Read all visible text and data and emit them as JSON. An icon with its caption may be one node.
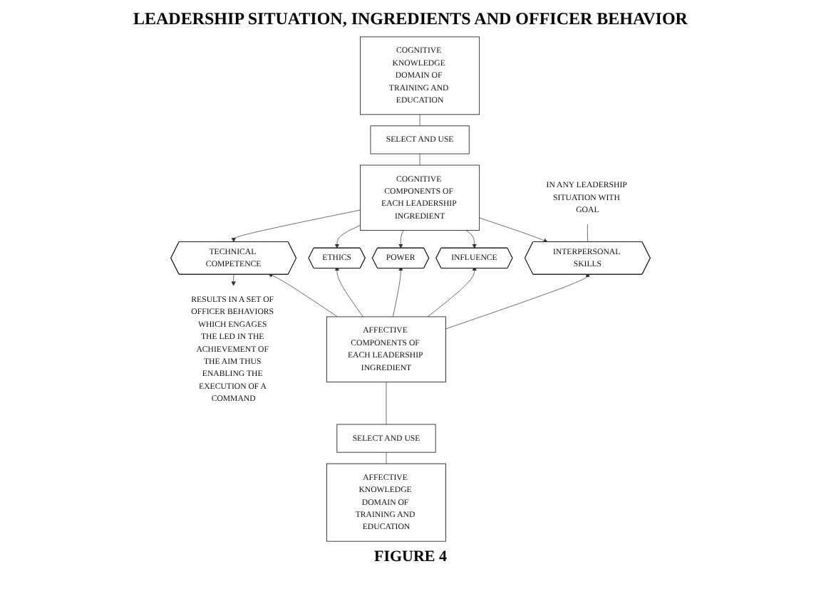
{
  "diagram": {
    "title": "LEADERSHIP SITUATION, INGREDIENTS AND OFFICER BEHAVIOR",
    "caption": "FIGURE 4",
    "nodes": [
      {
        "text": [
          "COGNITIVE KNOWLEDGE DOMAIN OF TRAINING AND EDUCATION"
        ]
      },
      {
        "text": [
          "SELECT AND USE"
        ]
      },
      {
        "text": [
          "COGNITIVE COMPONENTS OF EACH LEADERSHIP INGREDIENT"
        ]
      },
      {
        "text": [
          "INTERPERSONAL SKILLS"
        ]
      },
      {
        "text": [
          "INFLUENCE"
        ]
      },
      {
        "text": [
          "POWER"
        ]
      },
      {
        "text": [
          "ETHICS"
        ]
      },
      {
        "text": [
          "TECHNICAL COMPETENCE"
        ]
      },
      {
        "text": [
          "AFFECTIVE COMPONENTS OF EACH LEADERSHIP INGREDIENT"
        ]
      },
      {
        "text": [
          "SELECT AND USE"
        ]
      },
      {
        "text": [
          "AFFECTIVE KNOWLEDGE DOMAIN OF TRAINING AND EDUCATION"
        ]
      },
      {
        "text": [
          "IN ANY LEADERSHIP SITUATION WITH GOAL"
        ]
      },
      {
        "text": [
          "RESULTS IN A SET OF OFFICER BEHAVIORS WHICH ENGAGES THE LED IN THE ACHIEVEMENT OF THE AIM THUS ENABLING THE EXECUTION OF A COMMAND"
        ]
      }
    ],
    "edges": [
      {
        "from": 0,
        "to": 1,
        "arrow": "none"
      },
      {
        "from": 1,
        "to": 2,
        "arrow": "none"
      },
      {
        "from": 2,
        "to": 3,
        "arrow": "to"
      },
      {
        "from": 2,
        "to": 4,
        "arrow": "to"
      },
      {
        "from": 2,
        "to": 5,
        "arrow": "to"
      },
      {
        "from": 2,
        "to": 6,
        "arrow": "to"
      },
      {
        "from": 2,
        "to": 7,
        "arrow": "to"
      },
      {
        "from": 8,
        "to": 3,
        "arrow": "to"
      },
      {
        "from": 8,
        "to": 4,
        "arrow": "to"
      },
      {
        "from": 8,
        "to": 5,
        "arrow": "to"
      },
      {
        "from": 8,
        "to": 6,
        "arrow": "to"
      },
      {
        "from": 8,
        "to": 7,
        "arrow": "to"
      },
      {
        "from": 9,
        "to": 8,
        "arrow": "none"
      },
      {
        "from": 10,
        "to": 9,
        "arrow": "none"
      },
      {
        "from": 11,
        "to": 3,
        "arrow": "none"
      },
      {
        "from": 7,
        "to": 12,
        "arrow": "to"
      }
    ]
  }
}
